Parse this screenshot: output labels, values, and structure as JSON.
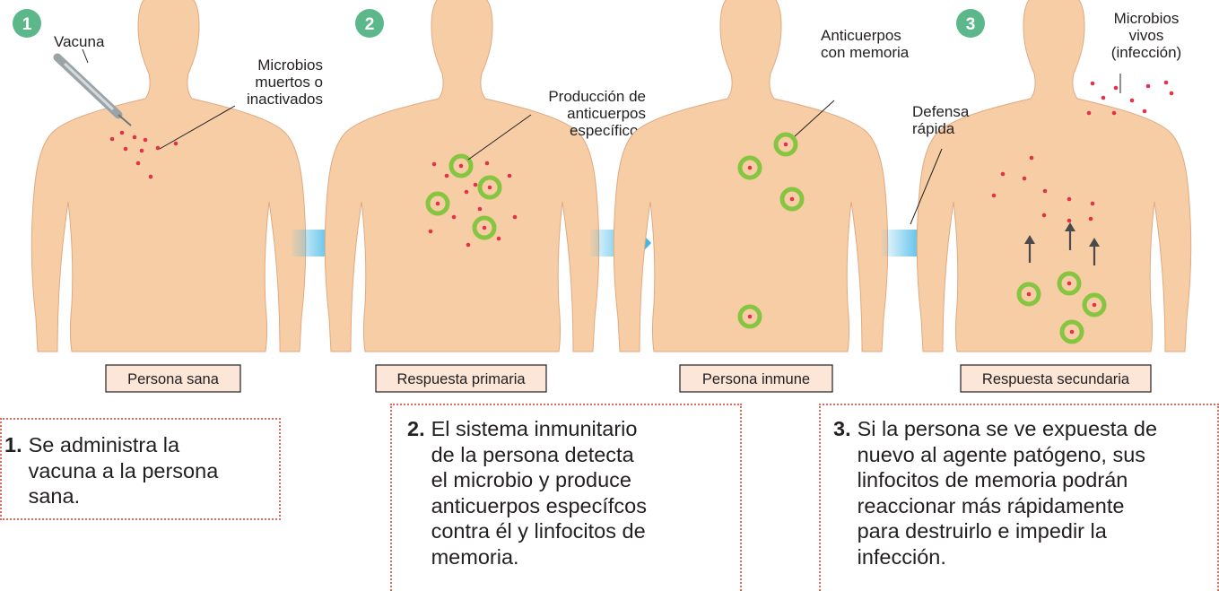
{
  "panels": [
    {
      "badge": "1",
      "caption": "Persona sana",
      "labels": [
        "Vacuna",
        "Microbios\nmuertos o\ninactivados"
      ]
    },
    {
      "badge": "2",
      "caption": "Respuesta primaria",
      "labels": [
        "Producción de\nanticuerpos\nespecíficos"
      ]
    },
    {
      "badge": "",
      "caption": "Persona inmune",
      "labels": [
        "Anticuerpos\ncon memoria"
      ]
    },
    {
      "badge": "3",
      "caption": "Respuesta secundaria",
      "labels": [
        "Microbios\nvivos\n(infección)",
        "Defensa\nrápida"
      ]
    }
  ],
  "steps": [
    {
      "number": "1.",
      "text": "Se administra la\nvacuna a la persona\nsana."
    },
    {
      "number": "2.",
      "text": "El sistema inmunitario\nde la persona detecta\nel microbio y produce\nanticuerpos específcos\ncontra él y linfocitos de\nmemoria."
    },
    {
      "number": "3.",
      "text": "Si la persona se ve expuesta de\nnuevo al agente patógeno, sus\nlinfocitos de memoria podrán\nreaccionar más rápidamente\npara destruirlo e impedir la\ninfección."
    }
  ],
  "colors": {
    "skin": "#f7cda6",
    "skin_outline": "#e0a981",
    "badge": "#5cb88a",
    "arrow": "#3bb4e5",
    "microbe": "#e0334a",
    "antibody": "#86c540",
    "dotted_border": "#e06a5a"
  }
}
